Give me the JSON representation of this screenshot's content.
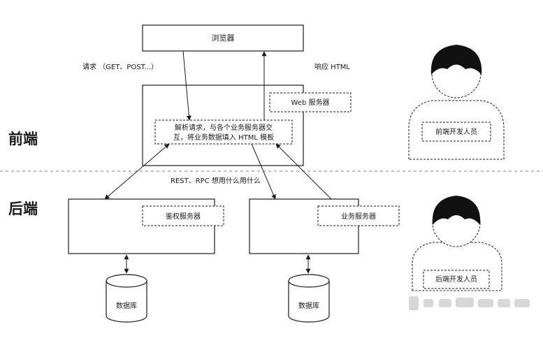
{
  "lanes": {
    "frontend": "前端",
    "backend": "后端"
  },
  "nodes": {
    "browser": "浏览器",
    "web_server": "Web 服务器",
    "parse_line1": "解析请求，与各个业务服务器交",
    "parse_line2": "互，将业务数据填入 HTML 模板",
    "auth_server": "鉴权服务器",
    "biz_server": "业务服务器",
    "db_left": "数据库",
    "db_right": "数据库"
  },
  "labels": {
    "request": "请求 （GET、POST...）",
    "response": "响应 HTML",
    "rpc": "REST、RPC 想用什么用什么"
  },
  "people": {
    "frontend_dev": "前端开发人员",
    "backend_dev": "后端开发人员"
  },
  "colors": {
    "ink": "#1a1a1a",
    "separator": "#9a9a9a",
    "watermark": "#d8d8d8"
  }
}
